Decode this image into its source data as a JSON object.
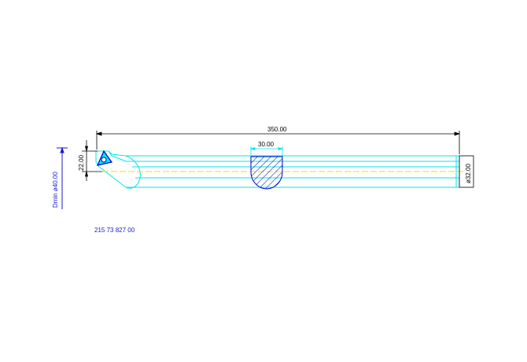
{
  "drawing": {
    "dimensions": {
      "overall_length": "350.00",
      "section_width": "30.00",
      "offset_height": "22.00",
      "shank_diameter": "ø32.00",
      "min_bore": "Dmin ø40.00"
    },
    "part_number": "215 73 827 00"
  },
  "colors": {
    "outline": "#00e5ee",
    "centerline": "#e6e600",
    "dimension": "#000000",
    "annotation": "#1a1acc",
    "insert": "#0000cc"
  }
}
